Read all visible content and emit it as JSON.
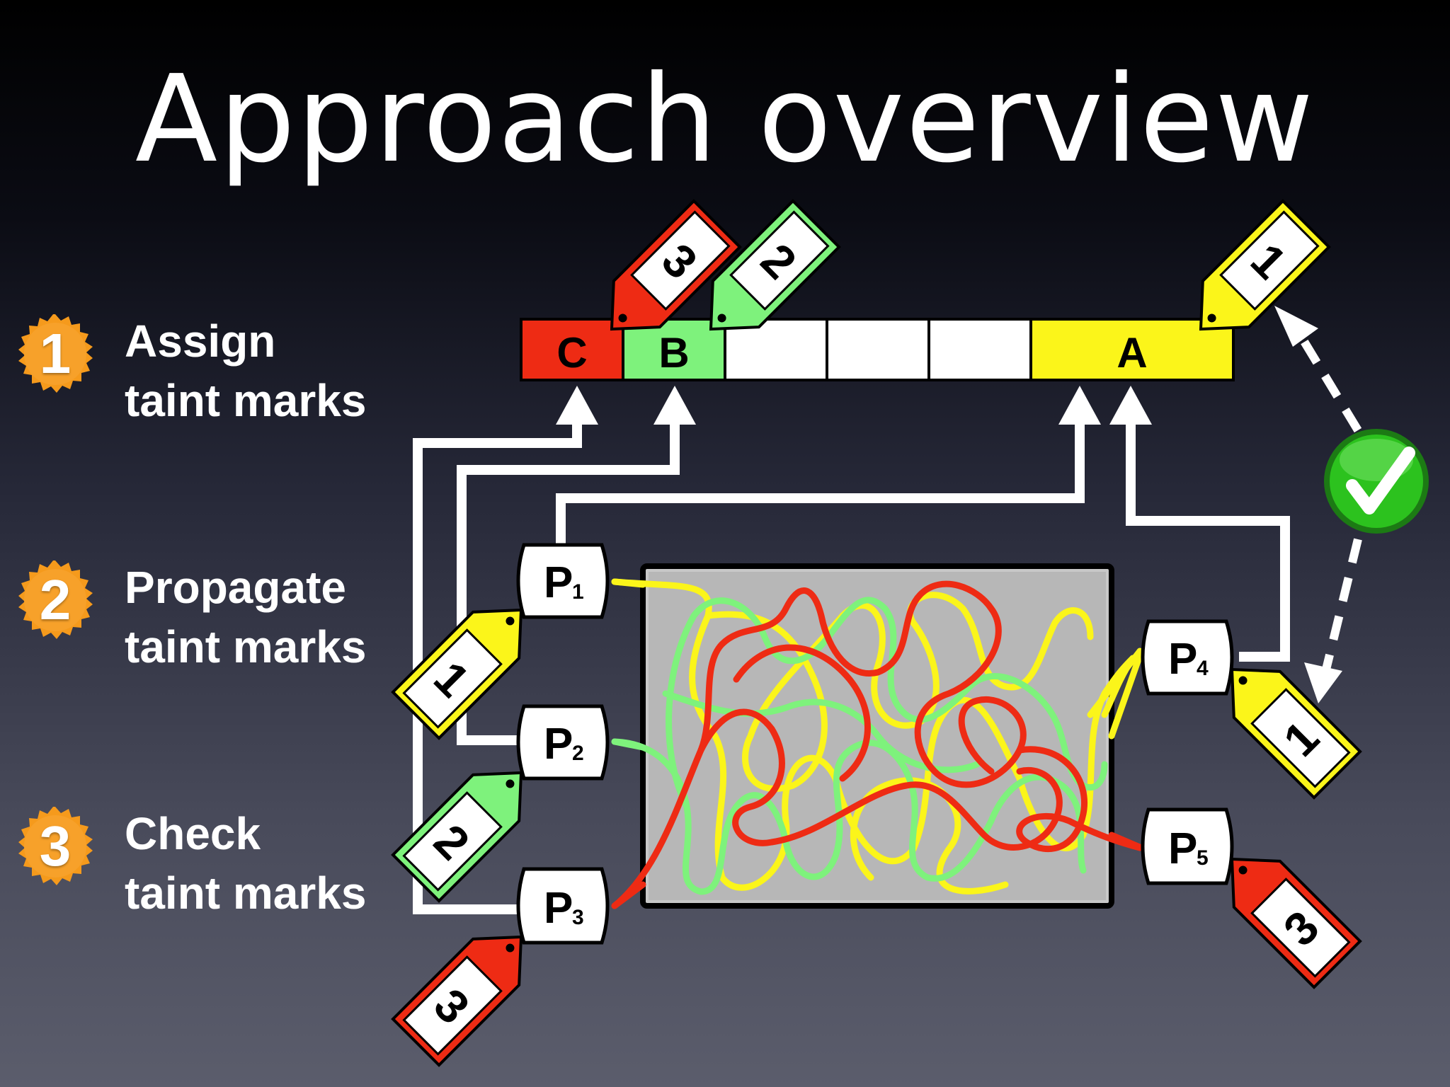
{
  "title": "Approach overview",
  "steps": [
    {
      "number": "1",
      "line1": "Assign",
      "line2": "taint marks"
    },
    {
      "number": "2",
      "line1": "Propagate",
      "line2": "taint marks"
    },
    {
      "number": "3",
      "line1": "Check",
      "line2": "taint marks"
    }
  ],
  "memory_cells": [
    "C",
    "B",
    "",
    "",
    "",
    "A"
  ],
  "ports": [
    {
      "label": "P",
      "sub": "1"
    },
    {
      "label": "P",
      "sub": "2"
    },
    {
      "label": "P",
      "sub": "3"
    },
    {
      "label": "P",
      "sub": "4"
    },
    {
      "label": "P",
      "sub": "5"
    }
  ],
  "tags": [
    "3",
    "2",
    "1",
    "1",
    "2",
    "3",
    "1",
    "3"
  ],
  "colors": {
    "red": "#ee2b14",
    "green": "#7ef27c",
    "yellow": "#fbf51a",
    "badge_orange": "#f59a1c",
    "check_green": "#2cc21e"
  },
  "icons": [
    "badge-1-icon",
    "badge-2-icon",
    "badge-3-icon",
    "checkmark-icon"
  ]
}
